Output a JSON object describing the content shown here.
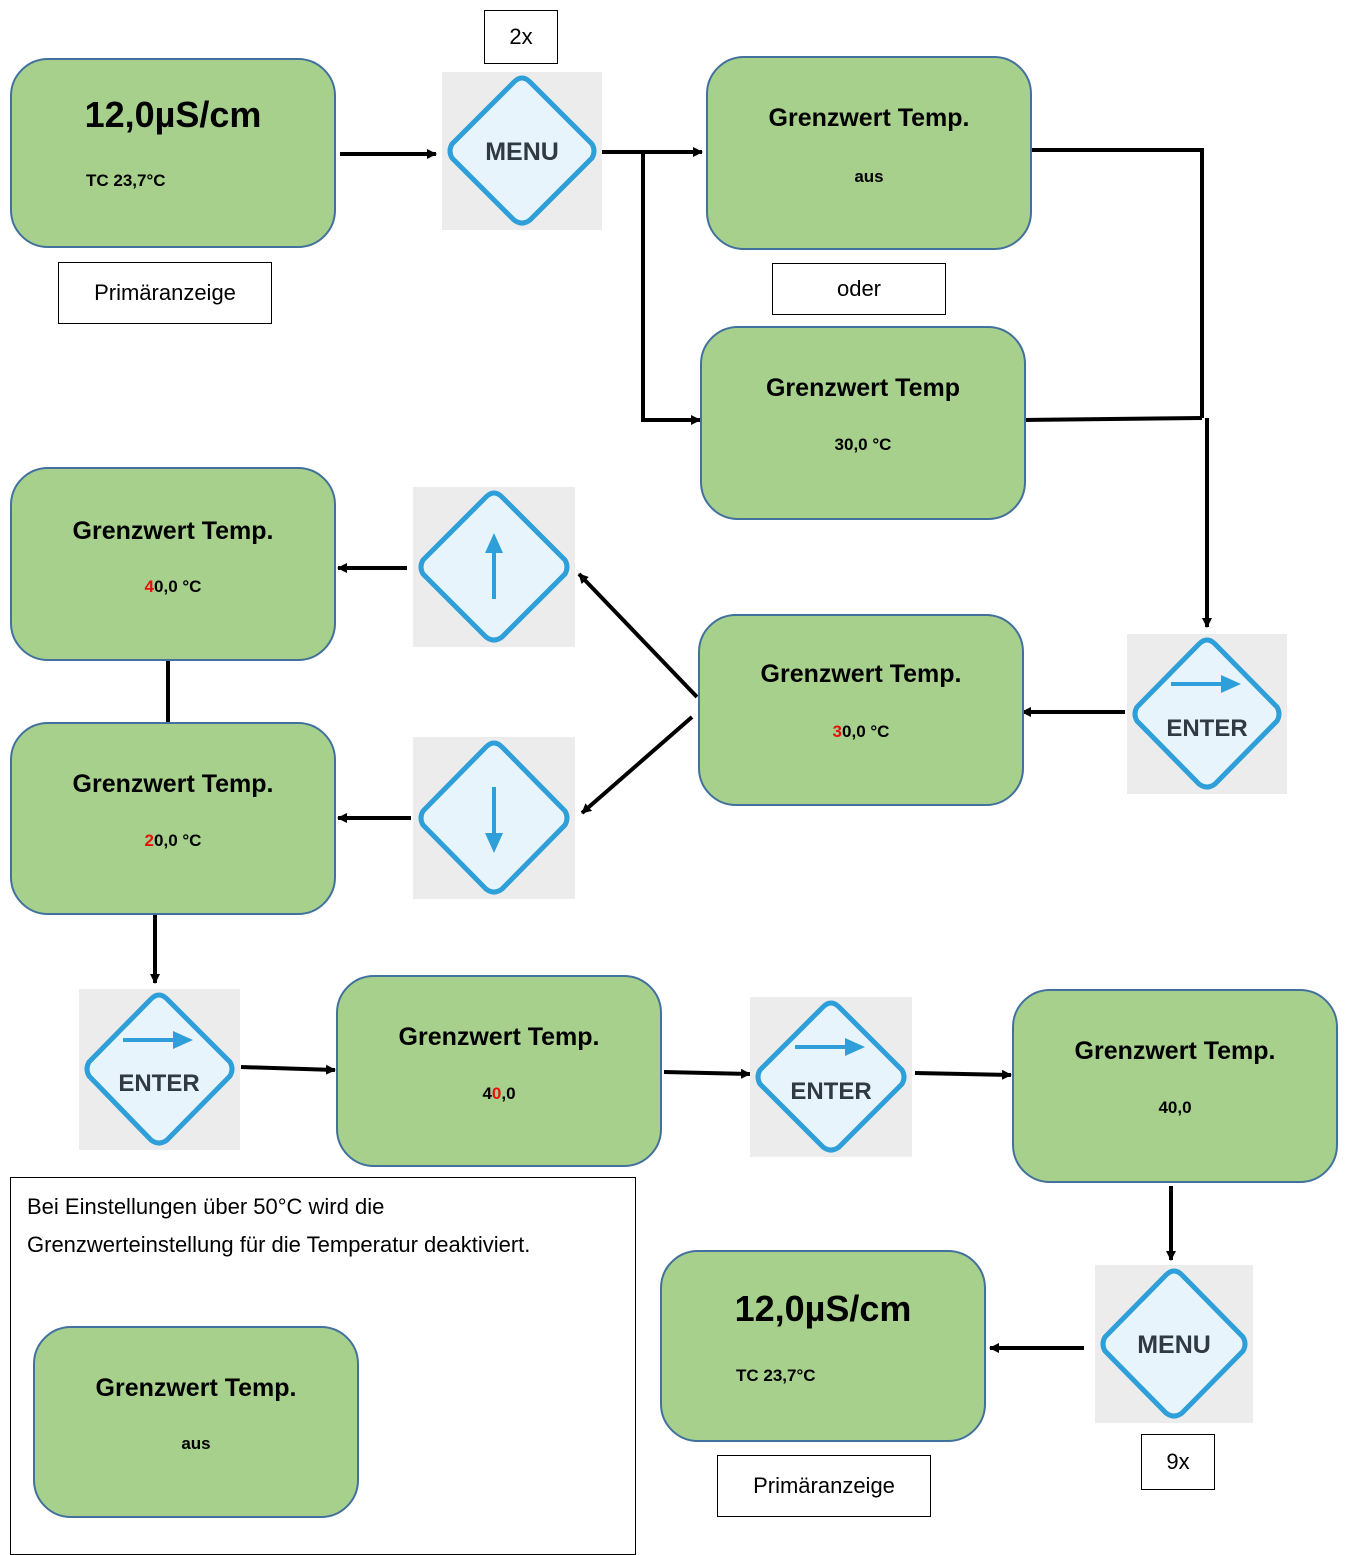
{
  "primary_top": {
    "value": "12,0µS/cm",
    "tc": "TC  23,7°C",
    "caption": "Primäranzeige"
  },
  "menu_top": {
    "label": "MENU",
    "count": "2x"
  },
  "limit_off": {
    "title": "Grenzwert Temp.",
    "value": "aus"
  },
  "or_label": "oder",
  "limit_30": {
    "title": "Grenzwert Temp",
    "value": "30,0 °C"
  },
  "limit_40": {
    "title": "Grenzwert Temp.",
    "digit": "4",
    "rest": "0,0 °C"
  },
  "limit_20": {
    "title": "Grenzwert Temp.",
    "digit": "2",
    "rest": "0,0 °C"
  },
  "limit_edit30": {
    "title": "Grenzwert Temp.",
    "digit": "3",
    "rest": "0,0 °C"
  },
  "enter_label": "ENTER",
  "limit_40b": {
    "title": "Grenzwert Temp.",
    "pre": "4",
    "digit": "0",
    "rest": ",0"
  },
  "limit_40c": {
    "title": "Grenzwert Temp.",
    "value": "40,0"
  },
  "note": {
    "text": "Bei Einstellungen über 50°C wird die Grenzwerteinstellung für die Temperatur deaktiviert.",
    "box_title": "Grenzwert Temp.",
    "box_value": "aus"
  },
  "primary_bottom": {
    "value": "12,0µS/cm",
    "tc": "TC  23,7°C",
    "caption": "Primäranzeige"
  },
  "menu_bottom": {
    "label": "MENU",
    "count": "9x"
  },
  "colors": {
    "box_fill": "#a8d08d",
    "box_border": "#41719c",
    "highlight": "#e8100c",
    "key_blue": "#2e9fd8",
    "key_fill": "#e8f4fb"
  }
}
